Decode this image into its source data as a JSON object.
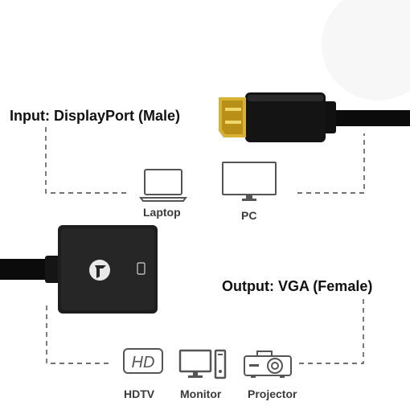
{
  "input": {
    "heading": "Input: DisplayPort (Male)",
    "devices": [
      {
        "label": "Laptop",
        "icon": "laptop-icon"
      },
      {
        "label": "PC",
        "icon": "pc-monitor-icon"
      }
    ]
  },
  "output": {
    "heading": "Output: VGA (Female)",
    "devices": [
      {
        "label": "HDTV",
        "icon": "hdtv-icon"
      },
      {
        "label": "Monitor",
        "icon": "monitor-icon"
      },
      {
        "label": "Projector",
        "icon": "projector-icon"
      }
    ]
  },
  "colors": {
    "cable": "#0b0b0b",
    "connector_gold": "#d8b235",
    "adapter_body": "#1e1e1e",
    "icon_gray": "#555555",
    "dash_gray": "#444444"
  }
}
